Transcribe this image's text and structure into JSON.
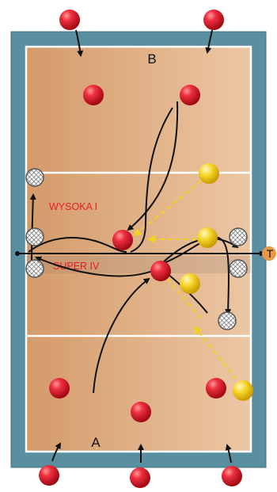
{
  "court": {
    "team_top_label": "B",
    "team_bottom_label": "A"
  },
  "annotations": {
    "play_label_1": "WYSOKA I",
    "play_label_2": "SUPER IV",
    "net_end_label": "T"
  },
  "colors": {
    "frame": "#5a8fa0",
    "court_left": "#d49a6a",
    "court_right": "#ecc7a4",
    "court_line": "#ffffff",
    "player_red": "#e0202c",
    "player_yellow": "#f5d020",
    "label_red": "#e81e1e",
    "path_black": "#111111",
    "path_yellow_dashed": "#f2d21e"
  },
  "legend_icons": {
    "attacker": "red-player-icon",
    "setter": "yellow-player-icon",
    "blocker": "crossed-ball-icon",
    "movement": "black-arrow-icon",
    "pass": "yellow-dashed-arrow-icon"
  }
}
